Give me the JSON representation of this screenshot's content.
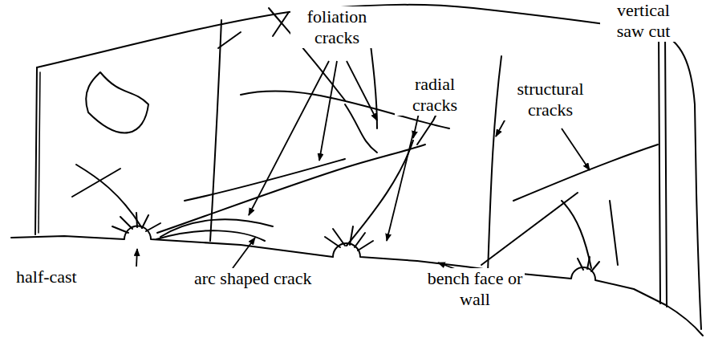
{
  "diagram": {
    "labels": [
      "foliation cracks",
      "radial cracks",
      "structural cracks",
      "vertical saw cut",
      "half-cast",
      "arc shaped crack",
      "bench face or wall"
    ]
  }
}
